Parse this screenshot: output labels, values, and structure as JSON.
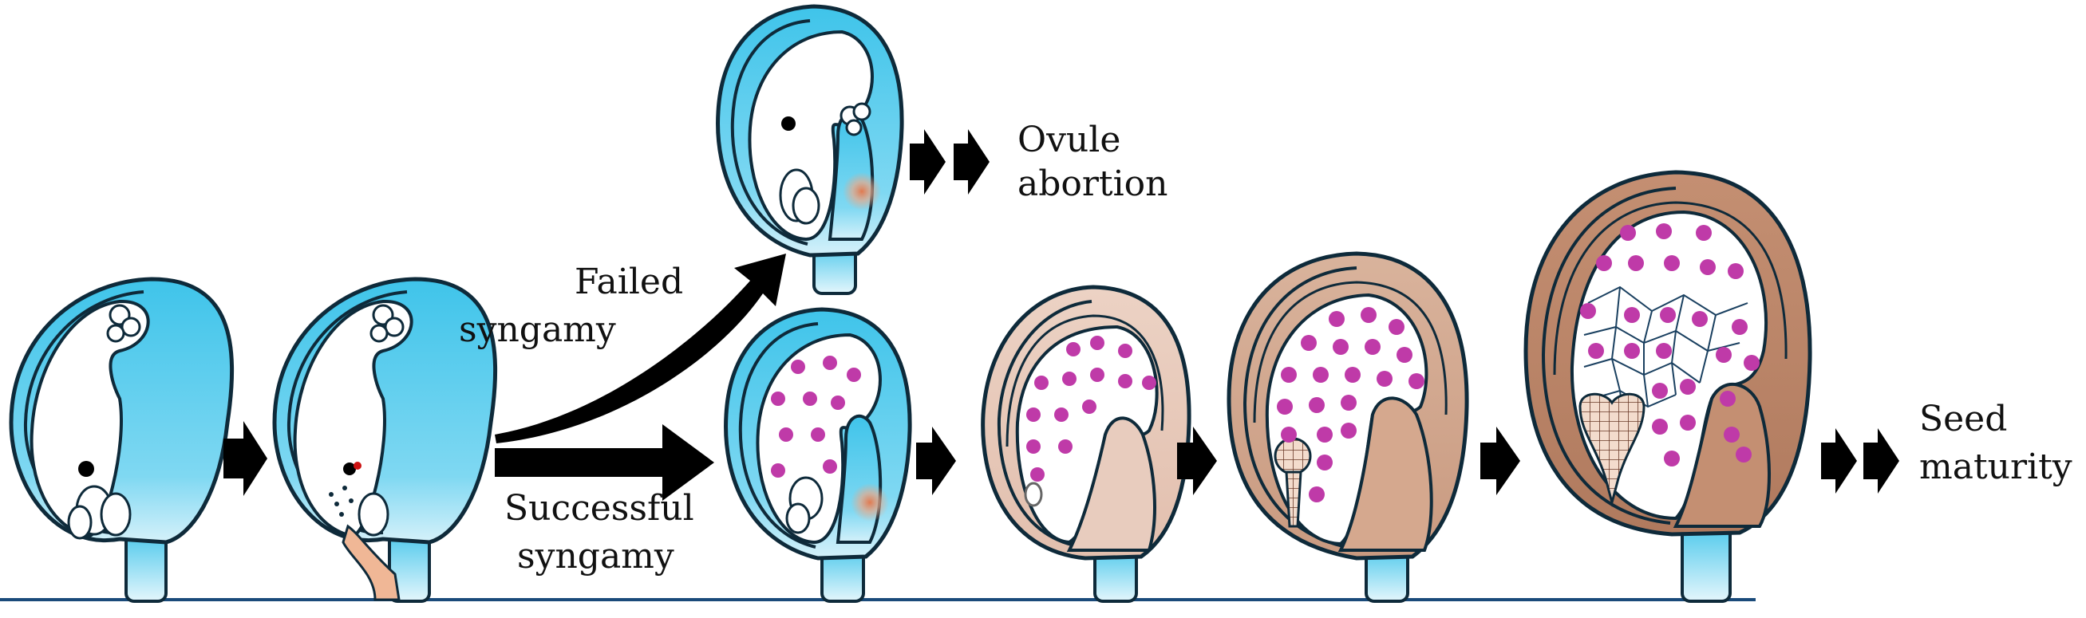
{
  "labels": {
    "ovule_abortion_1": "Ovule",
    "ovule_abortion_2": "abortion",
    "failed_1": "Failed",
    "failed_2": "syngamy",
    "successful_1": "Successful",
    "successful_2": "syngamy",
    "seed_1": "Seed",
    "seed_2": "maturity"
  },
  "colors": {
    "blue_tissue": "#3fc4ea",
    "blue_light": "#d5f1fa",
    "brown_pale": "#ecd2c4",
    "brown_mid": "#d4aa90",
    "brown_dark": "#bf8a6d",
    "outline": "#0e2a3a",
    "endosperm_nuclei": "#bf3aa8",
    "pollen_tube": "#f0b796",
    "arrow": "#000000",
    "baseline": "#1a4a7a"
  }
}
